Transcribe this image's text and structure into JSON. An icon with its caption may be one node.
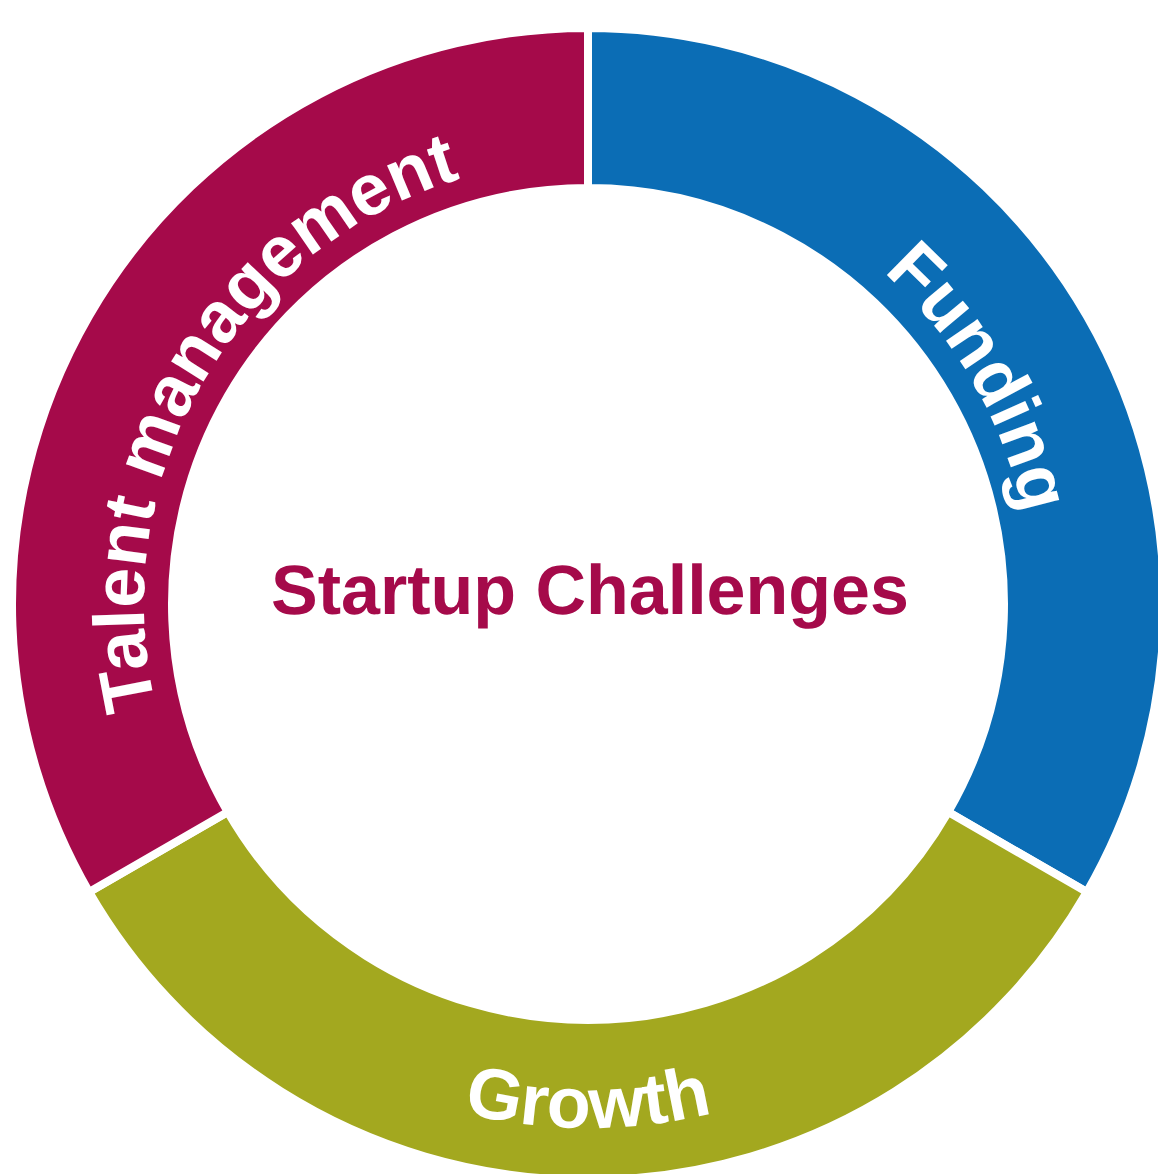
{
  "diagram": {
    "title": "Startup Challenges",
    "nodes": [
      {
        "text": [
          "Funding"
        ]
      },
      {
        "text": [
          "Growth"
        ]
      },
      {
        "text": [
          "Talent management"
        ]
      }
    ]
  }
}
